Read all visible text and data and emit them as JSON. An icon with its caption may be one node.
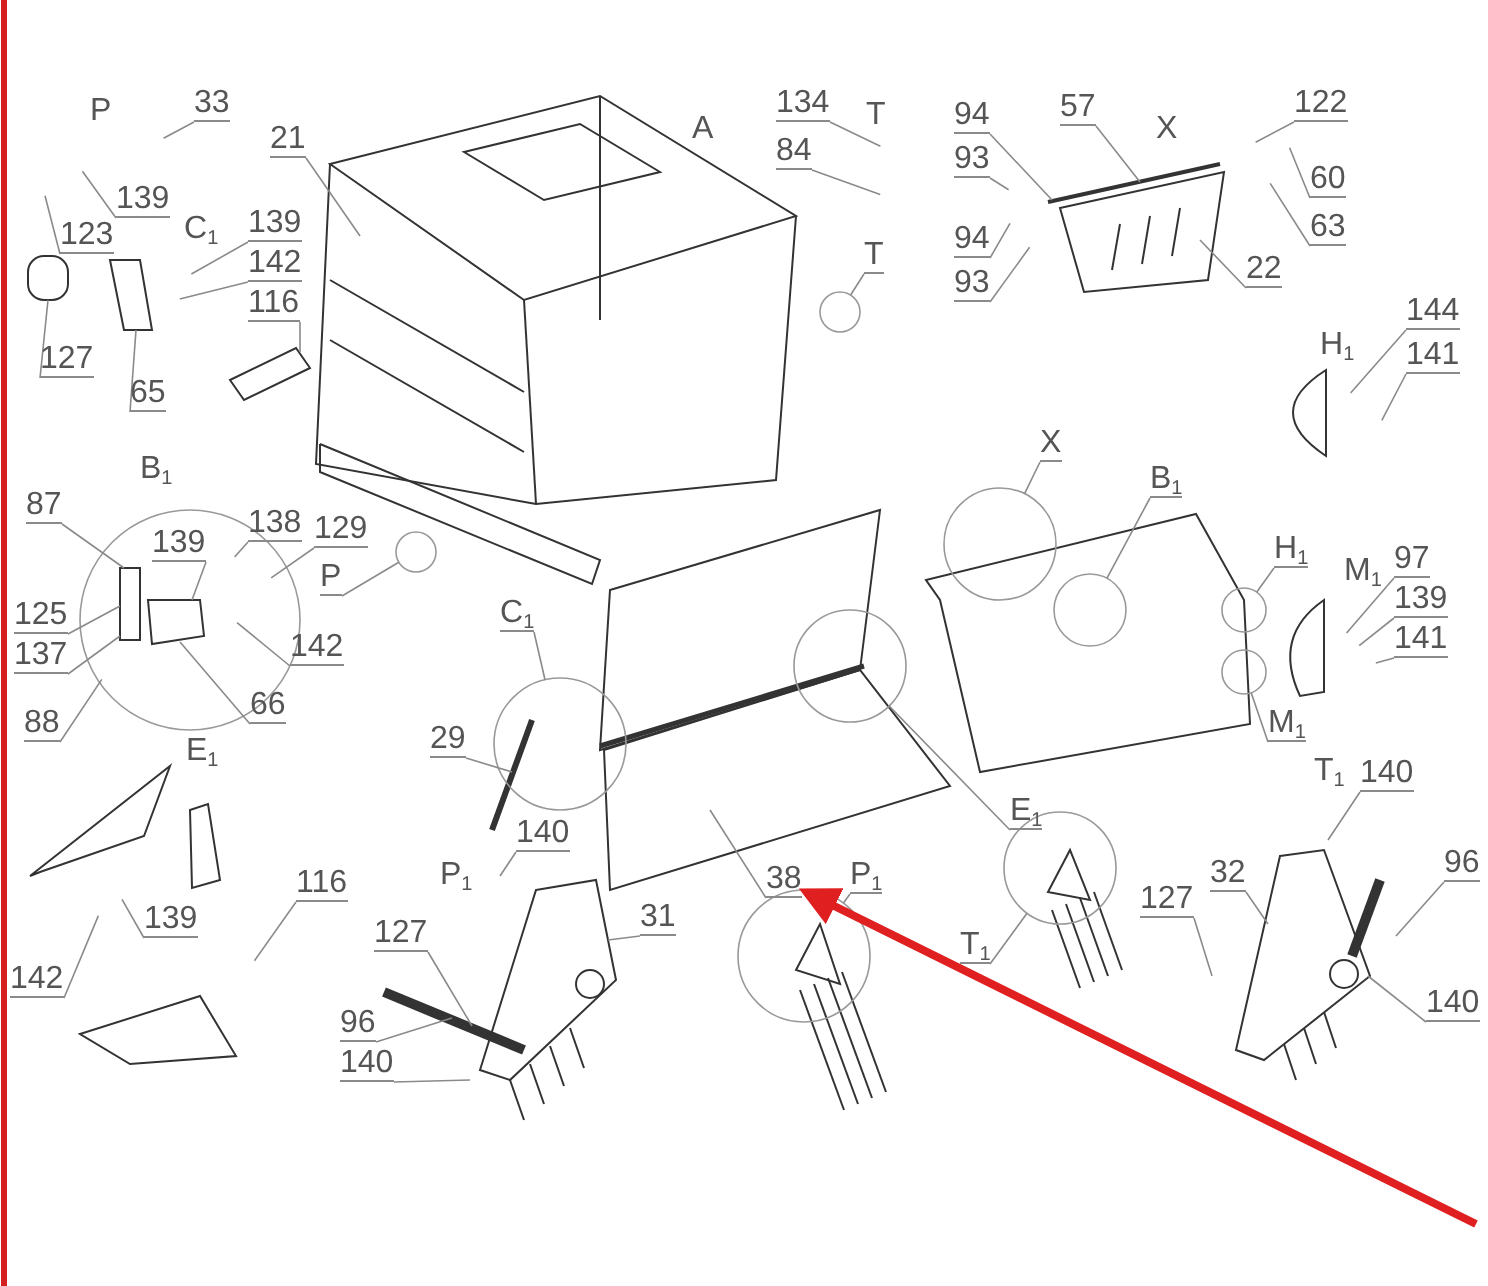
{
  "diagram": {
    "nodes": [
      {
        "text": [
          "33"
        ]
      },
      {
        "text": [
          "134"
        ]
      },
      {
        "text": [
          "122"
        ]
      },
      {
        "text": [
          "57"
        ]
      },
      {
        "text": [
          "94"
        ]
      },
      {
        "text": [
          "21"
        ]
      },
      {
        "text": [
          "84"
        ]
      },
      {
        "text": [
          "93"
        ]
      },
      {
        "text": [
          "60"
        ]
      },
      {
        "text": [
          "139"
        ]
      },
      {
        "text": [
          "63"
        ]
      },
      {
        "text": [
          "123"
        ]
      },
      {
        "text": [
          "139"
        ]
      },
      {
        "text": [
          "94"
        ]
      },
      {
        "text": [
          "T"
        ]
      },
      {
        "text": [
          "142"
        ]
      },
      {
        "text": [
          "22"
        ]
      },
      {
        "text": [
          "93"
        ]
      },
      {
        "text": [
          "116"
        ]
      },
      {
        "text": [
          "144"
        ]
      },
      {
        "text": [
          "141"
        ]
      },
      {
        "text": [
          "127"
        ]
      },
      {
        "text": [
          "65"
        ]
      },
      {
        "text": [
          "X"
        ]
      },
      {
        "text": [
          "B$_{1}$"
        ]
      },
      {
        "text": [
          "87"
        ]
      },
      {
        "text": [
          "138"
        ]
      },
      {
        "text": [
          "129"
        ]
      },
      {
        "text": [
          "139"
        ]
      },
      {
        "text": [
          "H$_{1}$"
        ]
      },
      {
        "text": [
          "97"
        ]
      },
      {
        "text": [
          "P"
        ]
      },
      {
        "text": [
          "139"
        ]
      },
      {
        "text": [
          "C$_{1}$"
        ]
      },
      {
        "text": [
          "125"
        ]
      },
      {
        "text": [
          "141"
        ]
      },
      {
        "text": [
          "142"
        ]
      },
      {
        "text": [
          "137"
        ]
      },
      {
        "text": [
          "66"
        ]
      },
      {
        "text": [
          "M$_{1}$"
        ]
      },
      {
        "text": [
          "88"
        ]
      },
      {
        "text": [
          "29"
        ]
      },
      {
        "text": [
          "140"
        ]
      },
      {
        "text": [
          "E$_{1}$"
        ]
      },
      {
        "text": [
          "38"
        ]
      },
      {
        "text": [
          "P$_{1}$"
        ]
      },
      {
        "text": [
          "140"
        ]
      },
      {
        "text": [
          "116"
        ]
      },
      {
        "text": [
          "32"
        ]
      },
      {
        "text": [
          "96"
        ]
      },
      {
        "text": [
          "127"
        ]
      },
      {
        "text": [
          "31"
        ]
      },
      {
        "text": [
          "139"
        ]
      },
      {
        "text": [
          "127"
        ]
      },
      {
        "text": [
          "T$_{1}$"
        ]
      },
      {
        "text": [
          "142"
        ]
      },
      {
        "text": [
          "140"
        ]
      },
      {
        "text": [
          "96"
        ]
      },
      {
        "text": [
          "140"
        ]
      },
      {
        "text": [],
        "shape": "picture"
      },
      {
        "text": [],
        "shape": "picture"
      },
      {
        "text": [],
        "shape": "picture"
      },
      {
        "text": [],
        "shape": "picture"
      },
      {
        "text": [],
        "shape": "picture"
      },
      {
        "text": [],
        "shape": "picture"
      },
      {
        "text": [],
        "shape": "box"
      },
      {
        "text": [],
        "shape": "picture"
      },
      {
        "text": [],
        "shape": "picture"
      },
      {
        "text": [],
        "shape": "box"
      },
      {
        "text": [],
        "shape": "box"
      },
      {
        "text": [],
        "shape": "circle"
      },
      {
        "text": [],
        "shape": "circle"
      },
      {
        "text": [],
        "shape": "circle"
      },
      {
        "text": [],
        "shape": "circle"
      },
      {
        "text": [],
        "shape": "circle"
      },
      {
        "text": [],
        "shape": "circle"
      },
      {
        "text": [],
        "shape": "circle"
      },
      {
        "text": [],
        "shape": "circle"
      },
      {
        "text": [],
        "shape": "circle"
      },
      {
        "text": [],
        "shape": "circle"
      }
    ],
    "edges": [
      {
        "from": 0,
        "to": null,
        "arrow": "none"
      },
      {
        "from": 1,
        "to": null,
        "arrow": "none"
      },
      {
        "from": 2,
        "to": null,
        "arrow": "none"
      },
      {
        "from": 3,
        "to": 60,
        "arrow": "none"
      },
      {
        "from": 4,
        "to": 60,
        "arrow": "none"
      },
      {
        "from": 5,
        "to": 59,
        "arrow": "none"
      },
      {
        "from": 6,
        "to": null,
        "arrow": "none"
      },
      {
        "from": 7,
        "to": null,
        "arrow": "none"
      },
      {
        "from": 8,
        "to": null,
        "arrow": "none"
      },
      {
        "from": 9,
        "to": null,
        "arrow": "none"
      },
      {
        "from": 10,
        "to": null,
        "arrow": "none"
      },
      {
        "from": 11,
        "to": null,
        "arrow": "none"
      },
      {
        "from": 12,
        "to": null,
        "arrow": "none"
      },
      {
        "from": 13,
        "to": null,
        "arrow": "none"
      },
      {
        "from": 14,
        "to": 70,
        "arrow": "none"
      },
      {
        "from": 15,
        "to": null,
        "arrow": "none"
      },
      {
        "from": 16,
        "to": 60,
        "arrow": "none"
      },
      {
        "from": 17,
        "to": null,
        "arrow": "none"
      },
      {
        "from": 18,
        "to": 67,
        "arrow": "none"
      },
      {
        "from": 19,
        "to": null,
        "arrow": "none"
      },
      {
        "from": 20,
        "to": null,
        "arrow": "none"
      },
      {
        "from": 21,
        "to": 65,
        "arrow": "none"
      },
      {
        "from": 22,
        "to": 66,
        "arrow": "none"
      },
      {
        "from": 23,
        "to": 72,
        "arrow": "none"
      },
      {
        "from": 24,
        "to": 73,
        "arrow": "none"
      },
      {
        "from": 25,
        "to": 69,
        "arrow": "none"
      },
      {
        "from": 26,
        "to": null,
        "arrow": "none"
      },
      {
        "from": 27,
        "to": null,
        "arrow": "none"
      },
      {
        "from": 28,
        "to": 68,
        "arrow": "none"
      },
      {
        "from": 29,
        "to": 74,
        "arrow": "none"
      },
      {
        "from": 30,
        "to": null,
        "arrow": "none"
      },
      {
        "from": 31,
        "to": 71,
        "arrow": "none"
      },
      {
        "from": 32,
        "to": null,
        "arrow": "none"
      },
      {
        "from": 33,
        "to": 75,
        "arrow": "none"
      },
      {
        "from": 34,
        "to": 69,
        "arrow": "none"
      },
      {
        "from": 35,
        "to": null,
        "arrow": "none"
      },
      {
        "from": 36,
        "to": null,
        "arrow": "none"
      },
      {
        "from": 37,
        "to": 69,
        "arrow": "none"
      },
      {
        "from": 38,
        "to": 68,
        "arrow": "none"
      },
      {
        "from": 39,
        "to": 76,
        "arrow": "none"
      },
      {
        "from": 40,
        "to": null,
        "arrow": "none"
      },
      {
        "from": 41,
        "to": 62,
        "arrow": "none"
      },
      {
        "from": 42,
        "to": 64,
        "arrow": "none"
      },
      {
        "from": 43,
        "to": 77,
        "arrow": "none"
      },
      {
        "from": 44,
        "to": 61,
        "arrow": "none"
      },
      {
        "from": 45,
        "to": 78,
        "arrow": "none"
      },
      {
        "from": 46,
        "to": 63,
        "arrow": "none"
      },
      {
        "from": 47,
        "to": null,
        "arrow": "none"
      },
      {
        "from": 48,
        "to": 64,
        "arrow": "none"
      },
      {
        "from": 49,
        "to": 64,
        "arrow": "none"
      },
      {
        "from": 50,
        "to": 64,
        "arrow": "none"
      },
      {
        "from": 51,
        "to": 63,
        "arrow": "none"
      },
      {
        "from": 52,
        "to": null,
        "arrow": "none"
      },
      {
        "from": 53,
        "to": 63,
        "arrow": "none"
      },
      {
        "from": 54,
        "to": 79,
        "arrow": "none"
      },
      {
        "from": 55,
        "to": null,
        "arrow": "none"
      },
      {
        "from": 56,
        "to": 64,
        "arrow": "none"
      },
      {
        "from": 57,
        "to": 63,
        "arrow": "none"
      },
      {
        "from": 58,
        "to": 63,
        "arrow": "none"
      },
      {
        "from": null,
        "to": 44,
        "arrow": "to",
        "style": "thick",
        "color": "#e02020"
      }
    ],
    "labels": [
      "P",
      "T",
      "A",
      "X",
      "C$_{1}$",
      "H$_{1}$",
      "B$_{1}$",
      "M$_{1}$",
      "E$_{1}$",
      "T$_{1}$",
      "P$_{1}$"
    ]
  }
}
